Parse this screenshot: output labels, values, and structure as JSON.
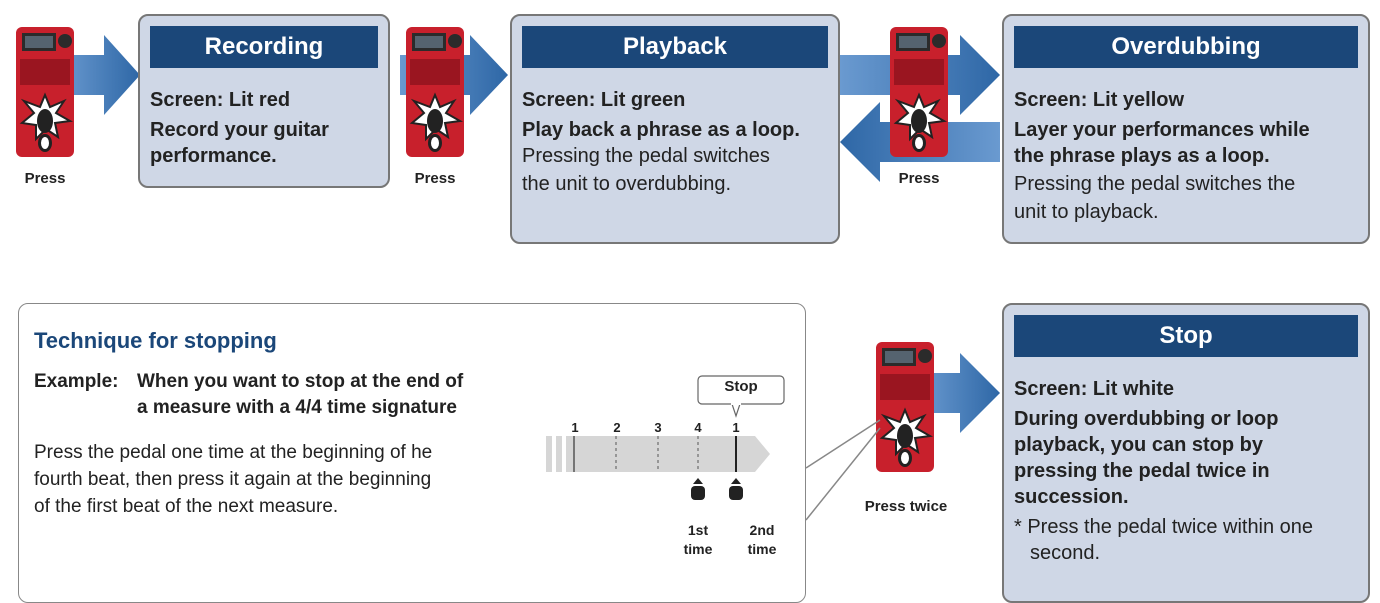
{
  "steps": [
    {
      "title": "Recording",
      "screen": "Screen: Lit red",
      "desc_bold": [
        "Record your guitar",
        "performance."
      ],
      "desc": []
    },
    {
      "title": "Playback",
      "screen": "Screen: Lit green",
      "desc_bold": [
        "Play back a phrase as a loop."
      ],
      "desc": [
        "Pressing the pedal switches",
        "the unit to overdubbing."
      ]
    },
    {
      "title": "Overdubbing",
      "screen": "Screen: Lit yellow",
      "desc_bold": [
        "Layer your performances while",
        "the phrase plays as a loop."
      ],
      "desc": [
        "Pressing the pedal switches the",
        "unit to playback."
      ]
    }
  ],
  "press_labels": [
    "Press",
    "Press",
    "Press"
  ],
  "technique": {
    "title": "Technique for stopping",
    "example_label": "Example:",
    "example_text": [
      "When you want to stop at the end of",
      "a measure with a 4/4 time signature"
    ],
    "body": [
      "Press the pedal one time at the beginning of he",
      "fourth beat, then press it again at the beginning",
      "of the first beat of the next measure."
    ],
    "beats": [
      "1",
      "2",
      "3",
      "4",
      "1"
    ],
    "stop_callout": "Stop",
    "press_first": [
      "1st",
      "time"
    ],
    "press_second": [
      "2nd",
      "time"
    ]
  },
  "stop": {
    "title": "Stop",
    "press_label": "Press twice",
    "screen": "Screen: Lit white",
    "desc_bold": [
      "During overdubbing or loop",
      "playback, you can stop by",
      "pressing the pedal twice in",
      "succession."
    ],
    "note": [
      "* Press the pedal twice within one",
      "second."
    ]
  },
  "colors": {
    "header": "#1b4779",
    "box": "#cfd7e6",
    "arrow": "#3d76b3",
    "pedal": "#c8202c",
    "title_blue": "#1b4779"
  }
}
